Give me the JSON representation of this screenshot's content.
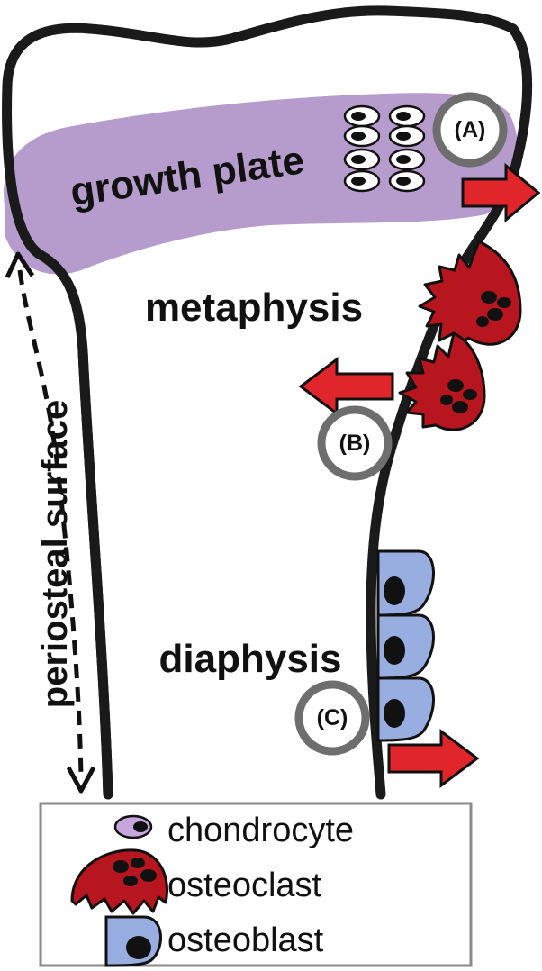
{
  "labels": {
    "growth_plate": "growth plate",
    "metaphysis": "metaphysis",
    "diaphysis": "diaphysis",
    "periosteal_surface": "periosteal surface"
  },
  "markers": {
    "a": "(A)",
    "b": "(B)",
    "c": "(C)"
  },
  "legend": {
    "items": [
      {
        "icon": "chondrocyte-icon",
        "label": "chondrocyte"
      },
      {
        "icon": "osteoclast-icon",
        "label": "osteoclast"
      },
      {
        "icon": "osteoblast-icon",
        "label": "osteoblast"
      }
    ]
  },
  "colors": {
    "growth_plate": "#b59ccc",
    "chondrocyte": "#c7a6dd",
    "osteoclast": "#b8161e",
    "osteoblast": "#98aee0",
    "arrow": "#e0262b",
    "marker_ring": "#6e6e6e",
    "outline": "#1a1a1a"
  }
}
